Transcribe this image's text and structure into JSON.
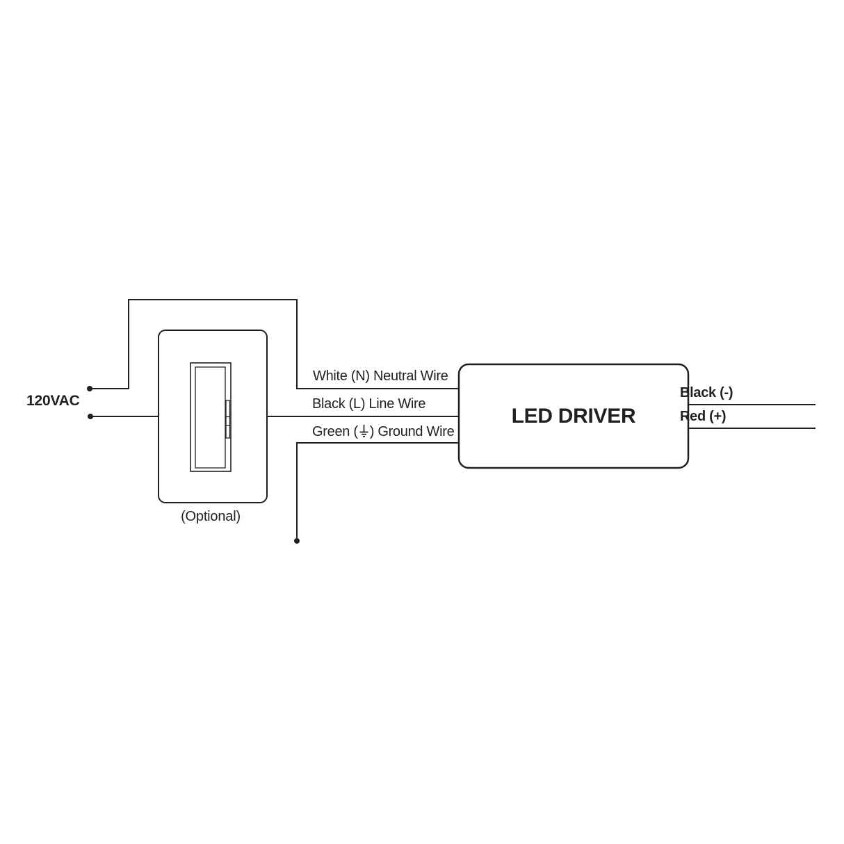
{
  "diagram": {
    "title_hint": "LED driver wiring diagram",
    "colors": {
      "stroke": "#231f20",
      "background": "#ffffff"
    },
    "source": {
      "label": "120VAC"
    },
    "dimmer_switch": {
      "caption": "(Optional)"
    },
    "driver": {
      "label": "LED DRIVER"
    },
    "input_wires": [
      {
        "name": "neutral",
        "label": "White (N) Neutral Wire"
      },
      {
        "name": "line",
        "label": "Black (L) Line Wire"
      },
      {
        "name": "ground",
        "label_prefix": "Green (",
        "label_suffix": ") Ground Wire",
        "symbol": "earth-ground-icon"
      }
    ],
    "output_wires": [
      {
        "name": "dc-negative",
        "label": "Black (-)"
      },
      {
        "name": "dc-positive",
        "label": "Red (+)"
      }
    ]
  }
}
